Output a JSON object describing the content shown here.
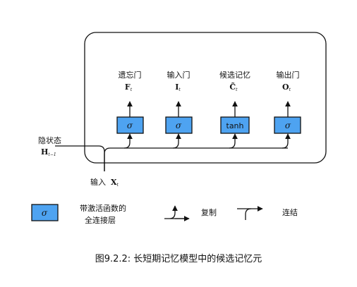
{
  "gates": [
    {
      "name": "遗忘门",
      "symbol": "F",
      "sub": "t",
      "op": "σ"
    },
    {
      "name": "输入门",
      "symbol": "I",
      "sub": "t",
      "op": "σ"
    },
    {
      "name": "候选记忆",
      "symbol": "C̃",
      "sub": "t",
      "op": "tanh"
    },
    {
      "name": "输出门",
      "symbol": "O",
      "sub": "t",
      "op": "σ"
    }
  ],
  "hidden_state": {
    "label": "隐状态",
    "symbol": "H",
    "sub": "t−1"
  },
  "input": {
    "label": "输入",
    "symbol": "X",
    "sub": "t"
  },
  "legend": {
    "fc_symbol": "σ",
    "fc_line1": "带激活函数的",
    "fc_line2": "全连接层",
    "copy": "复制",
    "concat": "连结"
  },
  "caption": "图9.2.2: 长短期记忆模型中的候选记忆元",
  "colors": {
    "box_fill": "#4ea3f1",
    "stroke": "#111111"
  }
}
